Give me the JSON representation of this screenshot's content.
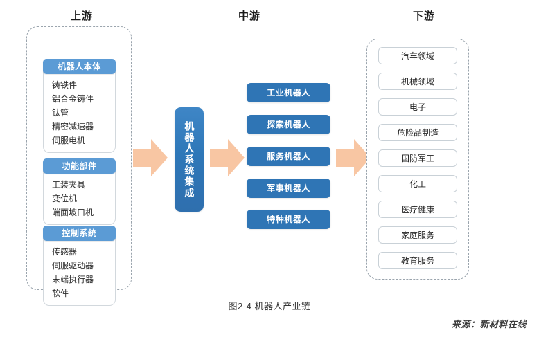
{
  "figure": {
    "caption": "图2-4 机器人产业链",
    "source": "来源：新材料在线"
  },
  "columns": {
    "upstream": {
      "heading": "上游",
      "groups": [
        {
          "badge": "机器人本体",
          "items": [
            "铸铁件",
            "铝合金铸件",
            "钛管",
            "精密减速器",
            "伺服电机"
          ]
        },
        {
          "badge": "功能部件",
          "items": [
            "工装夹具",
            "变位机",
            "端面坡口机"
          ]
        },
        {
          "badge": "控制系统",
          "items": [
            "传感器",
            "伺服驱动器",
            "末端执行器",
            "软件"
          ]
        }
      ]
    },
    "midstream": {
      "heading": "中游",
      "integration": "机器人系统集成",
      "categories": [
        "工业机器人",
        "探索机器人",
        "服务机器人",
        "军事机器人",
        "特种机器人"
      ]
    },
    "downstream": {
      "heading": "下游",
      "fields": [
        "汽车领域",
        "机械领域",
        "电子",
        "危险品制造",
        "国防军工",
        "化工",
        "医疗健康",
        "家庭服务",
        "教育服务"
      ]
    }
  },
  "flow_arrows": [
    "arrow-upstream-to-midstream",
    "arrow-integration-to-categories",
    "arrow-midstream-to-downstream"
  ],
  "colors": {
    "badge_blue": "#5b9bd5",
    "pill_blue": "#2f75b5",
    "arrow_peach": "#f8c6a3",
    "dashed_border": "#9aa4ad",
    "card_border": "#c9d1d7"
  }
}
